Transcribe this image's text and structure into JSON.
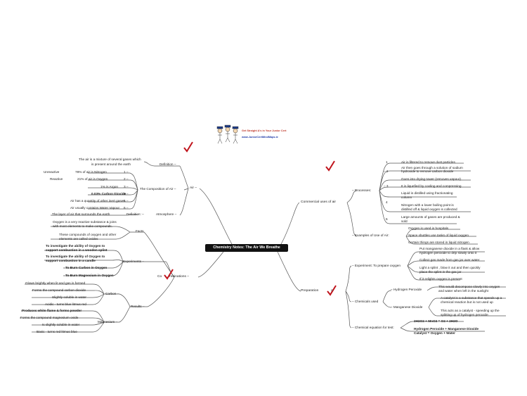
{
  "logo": {
    "line1": "Get Straight A's in Your Junior Cert",
    "line2": "www.JuniorCertMindMaps.ie",
    "colors": {
      "line1": "#c0392b",
      "line2": "#1f3aa8"
    }
  },
  "central": {
    "title": "Chemistry Notes: The Air We Breathe"
  },
  "air": {
    "label": "Air",
    "definition": {
      "label": "Definition",
      "text1": "The air is a mixture of several gases which",
      "text2": "is present around the earth"
    },
    "composition": {
      "label": "The Composition of Air",
      "rows": [
        {
          "num": "1",
          "text": "78% of air is Nitrogen",
          "note": "Unreactive"
        },
        {
          "num": "2",
          "text": "21% of air is Oxygen",
          "note": "Reactive"
        },
        {
          "num": "3",
          "text": "1% is Argon",
          "note": ""
        },
        {
          "num": "4",
          "text": "0.03% Carbon Dioxide",
          "note": ""
        },
        {
          "num": "5",
          "text": "Air has a quantity of other inert gases",
          "note": ""
        },
        {
          "num": "6",
          "text": "Air usually contains Water Vapour",
          "note": ""
        }
      ]
    },
    "atmosphere": {
      "label": "Atmosphere",
      "def_label": "Definition:",
      "text": "The layer of air that surrounds the earth"
    }
  },
  "combinations": {
    "label": "Combinations",
    "label_prefix": "Co",
    "label_suffix": "mbinations",
    "facts": {
      "label": "Facts",
      "f1a": "Oxygen is a very reactive substance & joins",
      "f1b": "with most elements to make compounds.",
      "f2a": "These compounds of oxygen and other",
      "f2b": "elements are called oxides"
    },
    "experiments": {
      "label": "Experiments",
      "e1a": "To investigate the ability of Oxygen to",
      "e1b": "support combustion in a wooden splint",
      "e2a": "To investigate the ability of Oxygen to",
      "e2b": "support combustion in a candle",
      "e3": "To Burn Carbon in Oxygen",
      "e4": "To Burn Magnesium in Oxygen"
    },
    "results": {
      "label": "Results",
      "carbon": {
        "label": "Carbon",
        "items": [
          "Glows brightly when lit and gas is formed",
          "Forms the compound carbon dioxide",
          "Slightly soluble in water",
          "Acidic - turns blue litmus red"
        ]
      },
      "magnesium": {
        "label": "Magnesium",
        "items": [
          "Produces white flame & forms powder",
          "Forms the compound magnesium oxide",
          "Is slightly soluble in water",
          "Basic - turns red litmus blue"
        ]
      }
    }
  },
  "commercial": {
    "label": "Commercial uses of air",
    "processes": {
      "label": "Processes:",
      "rows": [
        {
          "num": "1",
          "a": "Air is filtered to remove dust particles",
          "b": ""
        },
        {
          "num": "2",
          "a": "Air then goes through a solution of sodium",
          "b": "hydroxide to remove carbon dioxide"
        },
        {
          "num": "",
          "a": "Goes into drying tower (removes vapour)",
          "b": ""
        },
        {
          "num": "3",
          "a": "It is liquefied by cooling and compressing",
          "b": ""
        },
        {
          "num": "",
          "a": "Liquid is distilled using fractionating",
          "b": "column"
        },
        {
          "num": "4",
          "a": "Nitrogen with a lower boiling point is",
          "b": "distilled off & liquid oxygen is collected"
        },
        {
          "num": "5",
          "a": "Large amounts of gases are produced &",
          "b": "sold"
        }
      ]
    },
    "examples": {
      "label": "Examples of Use of Air:",
      "items": [
        "Oxygen is used in hospitals",
        "Space shuttles use tanks of liquid oxygen",
        "Certain things are stored in liquid nitrogen"
      ]
    }
  },
  "preparation": {
    "label": "Preparation of Oxygen",
    "label_prefix": "Preparation",
    "label_suffix": "n",
    "experiment": {
      "label": "Experiment: To prepare oxygen",
      "s1a": "Put manganese dioxide in a flask & allow",
      "s1b": "hydrogen peroxide to drip slowly onto it",
      "s2": "Collect gas made from gas jar over water",
      "s3a": "Light a splint , blow it out and then quickly",
      "s3b": "place the splint in the gas jar",
      "s4": "If it relights oxygen is present"
    },
    "chemicals": {
      "label": "Chemicals used",
      "hp": {
        "label": "Hydrogen Peroxide",
        "a": "This would decompose slowly into oxygen",
        "b": "and water when left in the sunlight"
      },
      "md": {
        "label": "Manganese Dioxide",
        "a": "A catalyst is a substance that speeds up a",
        "b": "chemical reaction but is not used up",
        "c": "This acts as a catalyst - speeding up the",
        "d": "splitting up of hydrogen peroxide"
      }
    },
    "equation": {
      "label": "Chemical equation for test:",
      "eq": "2H2O2 + MnO2 = O2 + 2H2O",
      "w1": "Hydrogen Peroxide + Manganese Dioxide",
      "w2": "Catalyst = Oxygen + Water"
    }
  },
  "colors": {
    "line": "#333333",
    "tick": "#c0141c",
    "central_bg": "#111111"
  }
}
